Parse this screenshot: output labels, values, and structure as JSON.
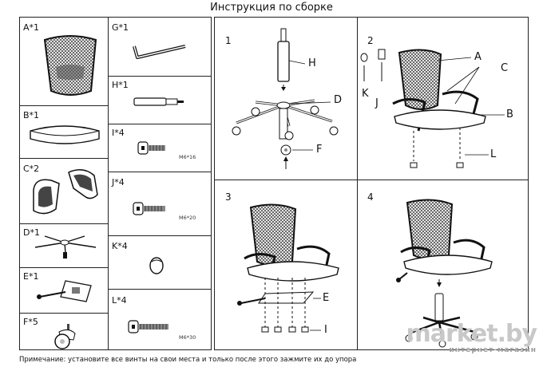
{
  "title": "Инструкция по сборке",
  "parts_left": [
    {
      "label": "A*1",
      "name": "backrest"
    },
    {
      "label": "B*1",
      "name": "seat"
    },
    {
      "label": "C*2",
      "name": "armrests"
    },
    {
      "label": "D*1",
      "name": "base"
    },
    {
      "label": "E*1",
      "name": "mechanism"
    },
    {
      "label": "F*5",
      "name": "casters"
    }
  ],
  "parts_right": [
    {
      "label": "G*1",
      "name": "hex-key",
      "size": ""
    },
    {
      "label": "H*1",
      "name": "gas-lift",
      "size": ""
    },
    {
      "label": "I*4",
      "name": "bolt-i",
      "size": "M6*16"
    },
    {
      "label": "J*4",
      "name": "bolt-j",
      "size": "M6*20"
    },
    {
      "label": "K*4",
      "name": "cap",
      "size": ""
    },
    {
      "label": "L*4",
      "name": "bolt-l",
      "size": "M6*30"
    }
  ],
  "steps": [
    {
      "number": "1",
      "callouts": [
        "H",
        "D",
        "F"
      ]
    },
    {
      "number": "2",
      "callouts": [
        "A",
        "C",
        "K",
        "J",
        "B",
        "L"
      ]
    },
    {
      "number": "3",
      "callouts": [
        "E",
        "I"
      ]
    },
    {
      "number": "4",
      "callouts": []
    }
  ],
  "note": "Примечание: установите все винты на свои места и только после этого зажмите их до упора",
  "watermark": {
    "brand": "market.by",
    "subtitle": "интернет-магазин"
  }
}
